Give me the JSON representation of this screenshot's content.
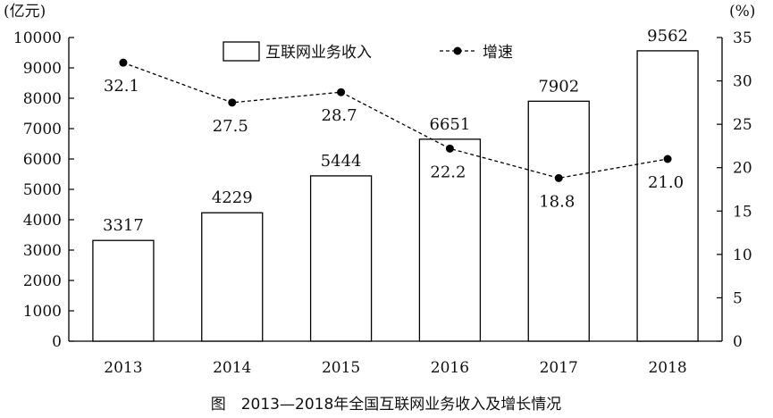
{
  "chart_data": {
    "type": "bar",
    "categories": [
      "2013",
      "2014",
      "2015",
      "2016",
      "2017",
      "2018"
    ],
    "series": [
      {
        "name": "互联网业务收入",
        "type": "bar",
        "axis": "left",
        "values": [
          3317,
          4229,
          5444,
          6651,
          7902,
          9562
        ],
        "color": "#ffffff"
      },
      {
        "name": "增速",
        "type": "line",
        "axis": "right",
        "values": [
          32.1,
          27.5,
          28.7,
          22.2,
          18.8,
          21.0
        ],
        "color": "#000000"
      }
    ],
    "y_left": {
      "unit": "(亿元)",
      "ylim": [
        0,
        10000
      ],
      "ticks": [
        0,
        1000,
        2000,
        3000,
        4000,
        5000,
        6000,
        7000,
        8000,
        9000,
        10000
      ]
    },
    "y_right": {
      "unit": "(%)",
      "ylim": [
        0,
        35
      ],
      "ticks": [
        0,
        5,
        10,
        15,
        20,
        25,
        30,
        35
      ]
    },
    "bar_labels": [
      "3317",
      "4229",
      "5444",
      "6651",
      "7902",
      "9562"
    ],
    "line_labels": [
      "32.1",
      "27.5",
      "28.7",
      "22.2",
      "18.8",
      "21.0"
    ],
    "legend": {
      "placement": "top-center",
      "bar_label": "互联网业务收入",
      "line_label": "增速"
    },
    "grid": false,
    "caption": "图　2013—2018年全国互联网业务收入及增长情况"
  }
}
